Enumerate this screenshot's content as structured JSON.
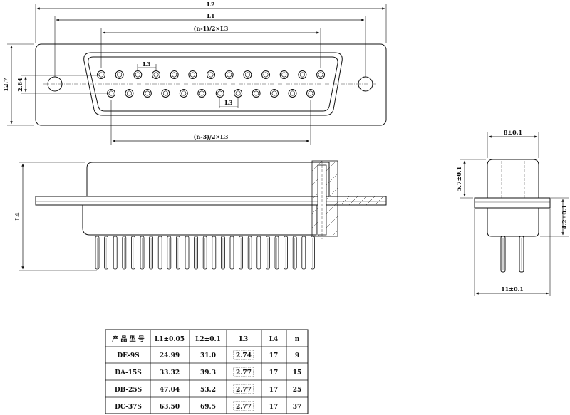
{
  "front_view": {
    "dim_l2": "L2",
    "dim_l1": "L1",
    "dim_top_pitch": "(n-1)/2×L3",
    "dim_bottom_pitch": "(n-3)/2×L3",
    "dim_l3_upper": "L3",
    "dim_l3_lower": "L3",
    "dim_height": "12.7",
    "dim_row_gap": "2.84"
  },
  "side_view": {
    "dim_l4": "L4"
  },
  "end_view": {
    "dim_top_width": "8±0.1",
    "dim_bottom_width": "11±0.1",
    "dim_upper_height": "5.7±0.1",
    "dim_lower_height": "4.2±0.1"
  },
  "spec_table": {
    "headers": [
      "产 品 型 号",
      "L1±0.05",
      "L2±0.1",
      "L3",
      "L4",
      "n"
    ],
    "rows": [
      [
        "DE-9S",
        "24.99",
        "31.0",
        "2.74",
        "17",
        "9"
      ],
      [
        "DA-15S",
        "33.32",
        "39.3",
        "2.77",
        "17",
        "15"
      ],
      [
        "DB-25S",
        "47.04",
        "53.2",
        "2.77",
        "17",
        "25"
      ],
      [
        "DC-37S",
        "63.50",
        "69.5",
        "2.77",
        "17",
        "37"
      ]
    ]
  }
}
